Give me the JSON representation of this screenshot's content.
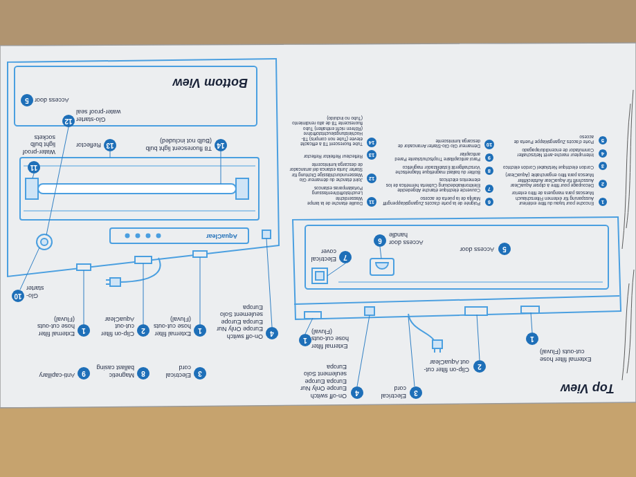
{
  "diagram": {
    "nodes": [
      {
        "text": [
          "1"
        ]
      },
      {
        "text": [
          "2"
        ]
      },
      {
        "text": [
          "3"
        ]
      },
      {
        "text": [
          "4"
        ]
      },
      {
        "text": [
          "1"
        ]
      },
      {
        "text": [
          "7"
        ]
      },
      {
        "text": [
          "6"
        ]
      },
      {
        "text": [
          "5"
        ]
      },
      {
        "text": [
          "1"
        ]
      },
      {
        "text": [
          "2"
        ]
      },
      {
        "text": [
          "3"
        ]
      },
      {
        "text": [
          "4"
        ]
      },
      {
        "text": [
          "5"
        ]
      },
      {
        "text": [
          "6"
        ]
      },
      {
        "text": [
          "7"
        ]
      },
      {
        "text": [
          "8"
        ]
      },
      {
        "text": [
          "9"
        ]
      },
      {
        "text": [
          "10"
        ]
      },
      {
        "text": [
          "11"
        ]
      },
      {
        "text": [
          "12"
        ]
      },
      {
        "text": [
          "13"
        ]
      },
      {
        "text": [
          "14"
        ]
      },
      {
        "text": [
          "4"
        ]
      },
      {
        "text": [
          "1"
        ]
      },
      {
        "text": [
          "2"
        ]
      },
      {
        "text": [
          "1"
        ]
      },
      {
        "text": [
          "3"
        ]
      },
      {
        "text": [
          "8"
        ]
      },
      {
        "text": [
          "9"
        ]
      },
      {
        "text": [
          "10"
        ]
      },
      {
        "text": [
          "14"
        ]
      },
      {
        "text": [
          "13"
        ]
      },
      {
        "text": [
          "12"
        ]
      },
      {
        "text": [
          "11"
        ]
      },
      {
        "text": [
          "5"
        ]
      }
    ],
    "labels": [
      "Top View",
      "External filter hose cut-outs (Fluval)",
      "Clip-on filter cut-out AquaClear",
      "Electrical cord",
      "On-off switch Europe Only Nur Europa Europe seulement Solo Europa",
      "External filter hose cut-outs (Fluval)",
      "Electrical cover",
      "Access door handle",
      "Access door",
      "Encoche pour tuyau du filtre extérieur Aussparung für externen Filterschlauch Muescas para manguera de filtro exterior",
      "Découpage pour filtre à clipser AquaClear Ausschnitt für AquaClear Aufsteckfilter Muesca para filtro enganchable (AquaClear)",
      "Cordon électrique Netzkabel Cordón eléctrico",
      "Interrupteur marche-arrêt Netzschalter Conmutador de encendido/apagado",
      "Porte d'accès Zugangsklappe Puerta de acceso",
      "Poignée de la porte d'accès Zugangsklappengriff Manija de la puerta de acceso",
      "Couvercle électrique étanche Abgedeckte Elektronikabdeckung Cubierta hermética de los elementos eléctricos",
      "Boîtier du ballast magnétique Magnetische Vorschaltgerät Estabilizador magnético",
      "Paroi anticapillaire Tropfschutzkante Pared anticapilar",
      "Démarreur Glo Glo-Starter Arrancador de descarga luminiscente",
      "Douille étanche de la lampe Wasserdichte Leuchtstoffröhrenfassung Portalámparas estancos",
      "Joint étanche du démarreur Glo Wasserundurchlässige Dichtung für Starter Junta estanca del arrancador de descarga luminiscente",
      "Réflecteur Reflektor Reflector",
      "Tube fluorescent T8 à efficacité élevée (Tube non compris) T8-Hochleistungsleuchtstoffröhre (Röhren nicht enthalten) Tubo fluorescente T8 de alto rendimiento (Tubo no incluido)",
      "On-off switch Europe Only Nur Europa Europe seulement Solo Europa",
      "External filter hose cut-outs (Fluval)",
      "Clip-on filter cut-out AquaClear",
      "External filter hose cut-outs (Fluval)",
      "Electrical cord",
      "Magnetic ballast casing",
      "Anti-capillary",
      "Glo-starter",
      "AquaClear",
      "T8 fluorescent light bulb (Bulb not included)",
      "Reflector",
      "Glo-starter water-proof seal",
      "Water-proof light bulb sockets",
      "Access door",
      "Bottom View"
    ]
  }
}
